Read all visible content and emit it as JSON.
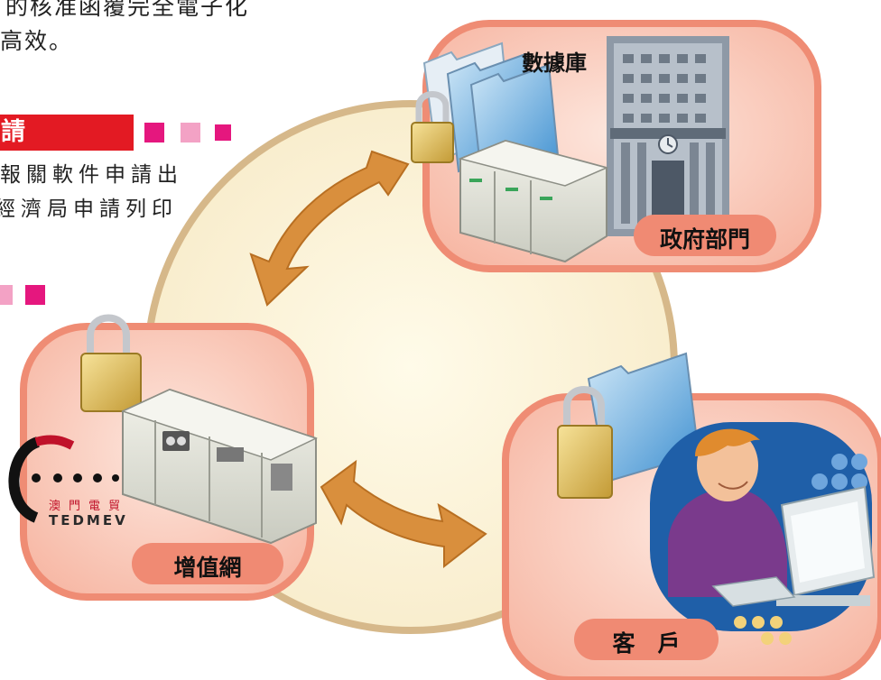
{
  "text": {
    "intro_line1": "的核准函覆完全電子化",
    "intro_line2": "高效。",
    "heading": "申請",
    "body_line1": "報關軟件申請出",
    "body_line2": "經濟局申請列印"
  },
  "diagram": {
    "nodes": {
      "database": "數據庫",
      "government": "政府部門",
      "van": "增值網",
      "client": "客　戶"
    },
    "logo": {
      "name_zh": "澳門電貿",
      "name_en": "TEDMEV"
    }
  },
  "colors": {
    "accent_red": "#e31a23",
    "accent_pink": "#e5177e",
    "light_pink": "#f3a2c5",
    "panel_fill": "#fbd3c6",
    "panel_border": "#ef8c74",
    "circle_fill": "#fbf2d2",
    "circle_ring": "#d6b88a",
    "arrow": "#d98f3d"
  }
}
